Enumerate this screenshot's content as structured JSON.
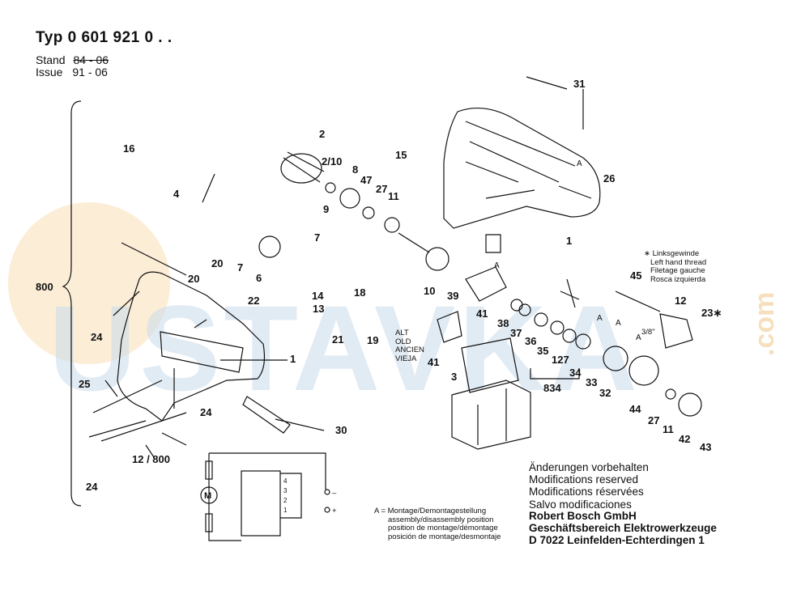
{
  "header": {
    "type_line": "Typ 0 601 921 0 . .",
    "stand_label": "Stand",
    "stand_value": "84 - 06",
    "issue_label": "Issue",
    "issue_value": "91 - 06"
  },
  "group_label": "800",
  "part_labels": {
    "p1a": "1",
    "p1b": "1",
    "p2": "2",
    "p2_10": "2/10",
    "p3": "3",
    "p4": "4",
    "p6": "6",
    "p7a": "7",
    "p7b": "7",
    "p8": "8",
    "p9": "9",
    "p10": "10",
    "p11a": "11",
    "p11b": "11",
    "p12": "12",
    "p12_800": "12 / 800",
    "p13": "13",
    "p14": "14",
    "p15": "15",
    "p16": "16",
    "p18": "18",
    "p19": "19",
    "p20a": "20",
    "p20b": "20",
    "p21": "21",
    "p22": "22",
    "p23": "23∗",
    "p24a": "24",
    "p24b": "24",
    "p24c": "24",
    "p25": "25",
    "p26": "26",
    "p27a": "27",
    "p27b": "27",
    "p30": "30",
    "p31": "31",
    "p32": "32",
    "p33": "33",
    "p34": "34",
    "p35": "35",
    "p36": "36",
    "p37": "37",
    "p38": "38",
    "p39": "39",
    "p41a": "41",
    "p41b": "41",
    "p42": "42",
    "p43": "43",
    "p44": "44",
    "p45": "45",
    "p47": "47",
    "p127": "127",
    "p834": "834",
    "pA1": "A",
    "pA2": "A",
    "pA3": "A",
    "pA4": "A",
    "pA5": "A",
    "p3_8": "3/8\""
  },
  "left_hand_thread": [
    "∗ Linksgewinde",
    "Left hand thread",
    "Filetage gauche",
    "Rosca izquierda"
  ],
  "alt_old": [
    "ALT",
    "OLD",
    "ANCIEN",
    "VIEJA"
  ],
  "assembly_legend": [
    "A = Montage/Demontagestellung",
    "assembly/disassembly position",
    "position de montage/démontage",
    "posición de montage/desmontaje"
  ],
  "modifications": [
    "Änderungen vorbehalten",
    "Modifications reserved",
    "Modifications réservées",
    "Salvo modificaciones"
  ],
  "company": [
    "Robert Bosch GmbH",
    "Geschäftsbereich Elektrowerkzeuge",
    "D 7022 Leinfelden-Echterdingen 1"
  ],
  "motor_symbol": "M",
  "switch_terminals": [
    "4",
    "3",
    "2",
    "1"
  ],
  "polarity": {
    "minus": "–",
    "plus": "+"
  },
  "watermark": {
    "text": "USTAVKA",
    "suffix": ".com"
  },
  "colors": {
    "ink": "#111111",
    "watermark": "#c9dcec",
    "watermark_circle": "#fbe6c6"
  }
}
